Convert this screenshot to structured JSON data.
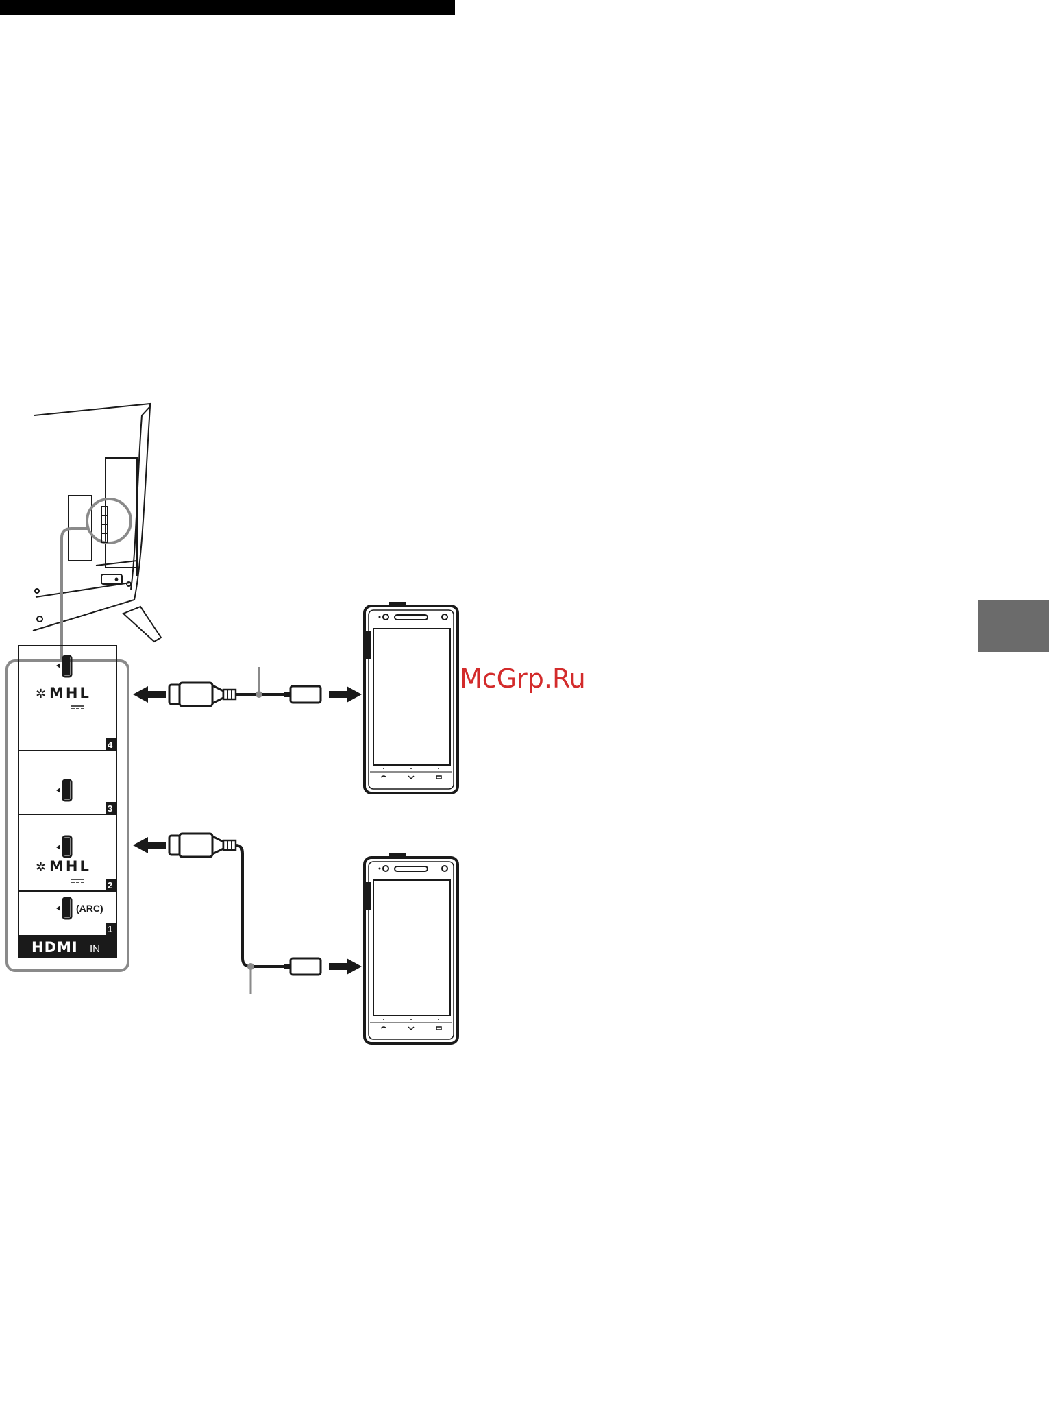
{
  "watermark": "McGrp.Ru",
  "panel": {
    "ports": [
      {
        "number": "4",
        "mhl": "MHL",
        "arc": ""
      },
      {
        "number": "3",
        "mhl": "",
        "arc": ""
      },
      {
        "number": "2",
        "mhl": "MHL",
        "arc": ""
      },
      {
        "number": "1",
        "mhl": "",
        "arc": "(ARC)"
      }
    ],
    "footer_brand": "HDMI",
    "footer_in": "IN"
  },
  "colors": {
    "line": "#1a1a1a",
    "header_bar": "#000000",
    "side_tab": "#6b6b6b",
    "panel_border": "#8a8a8a",
    "callout": "#8a8a8a",
    "watermark": "#d32b2b"
  }
}
